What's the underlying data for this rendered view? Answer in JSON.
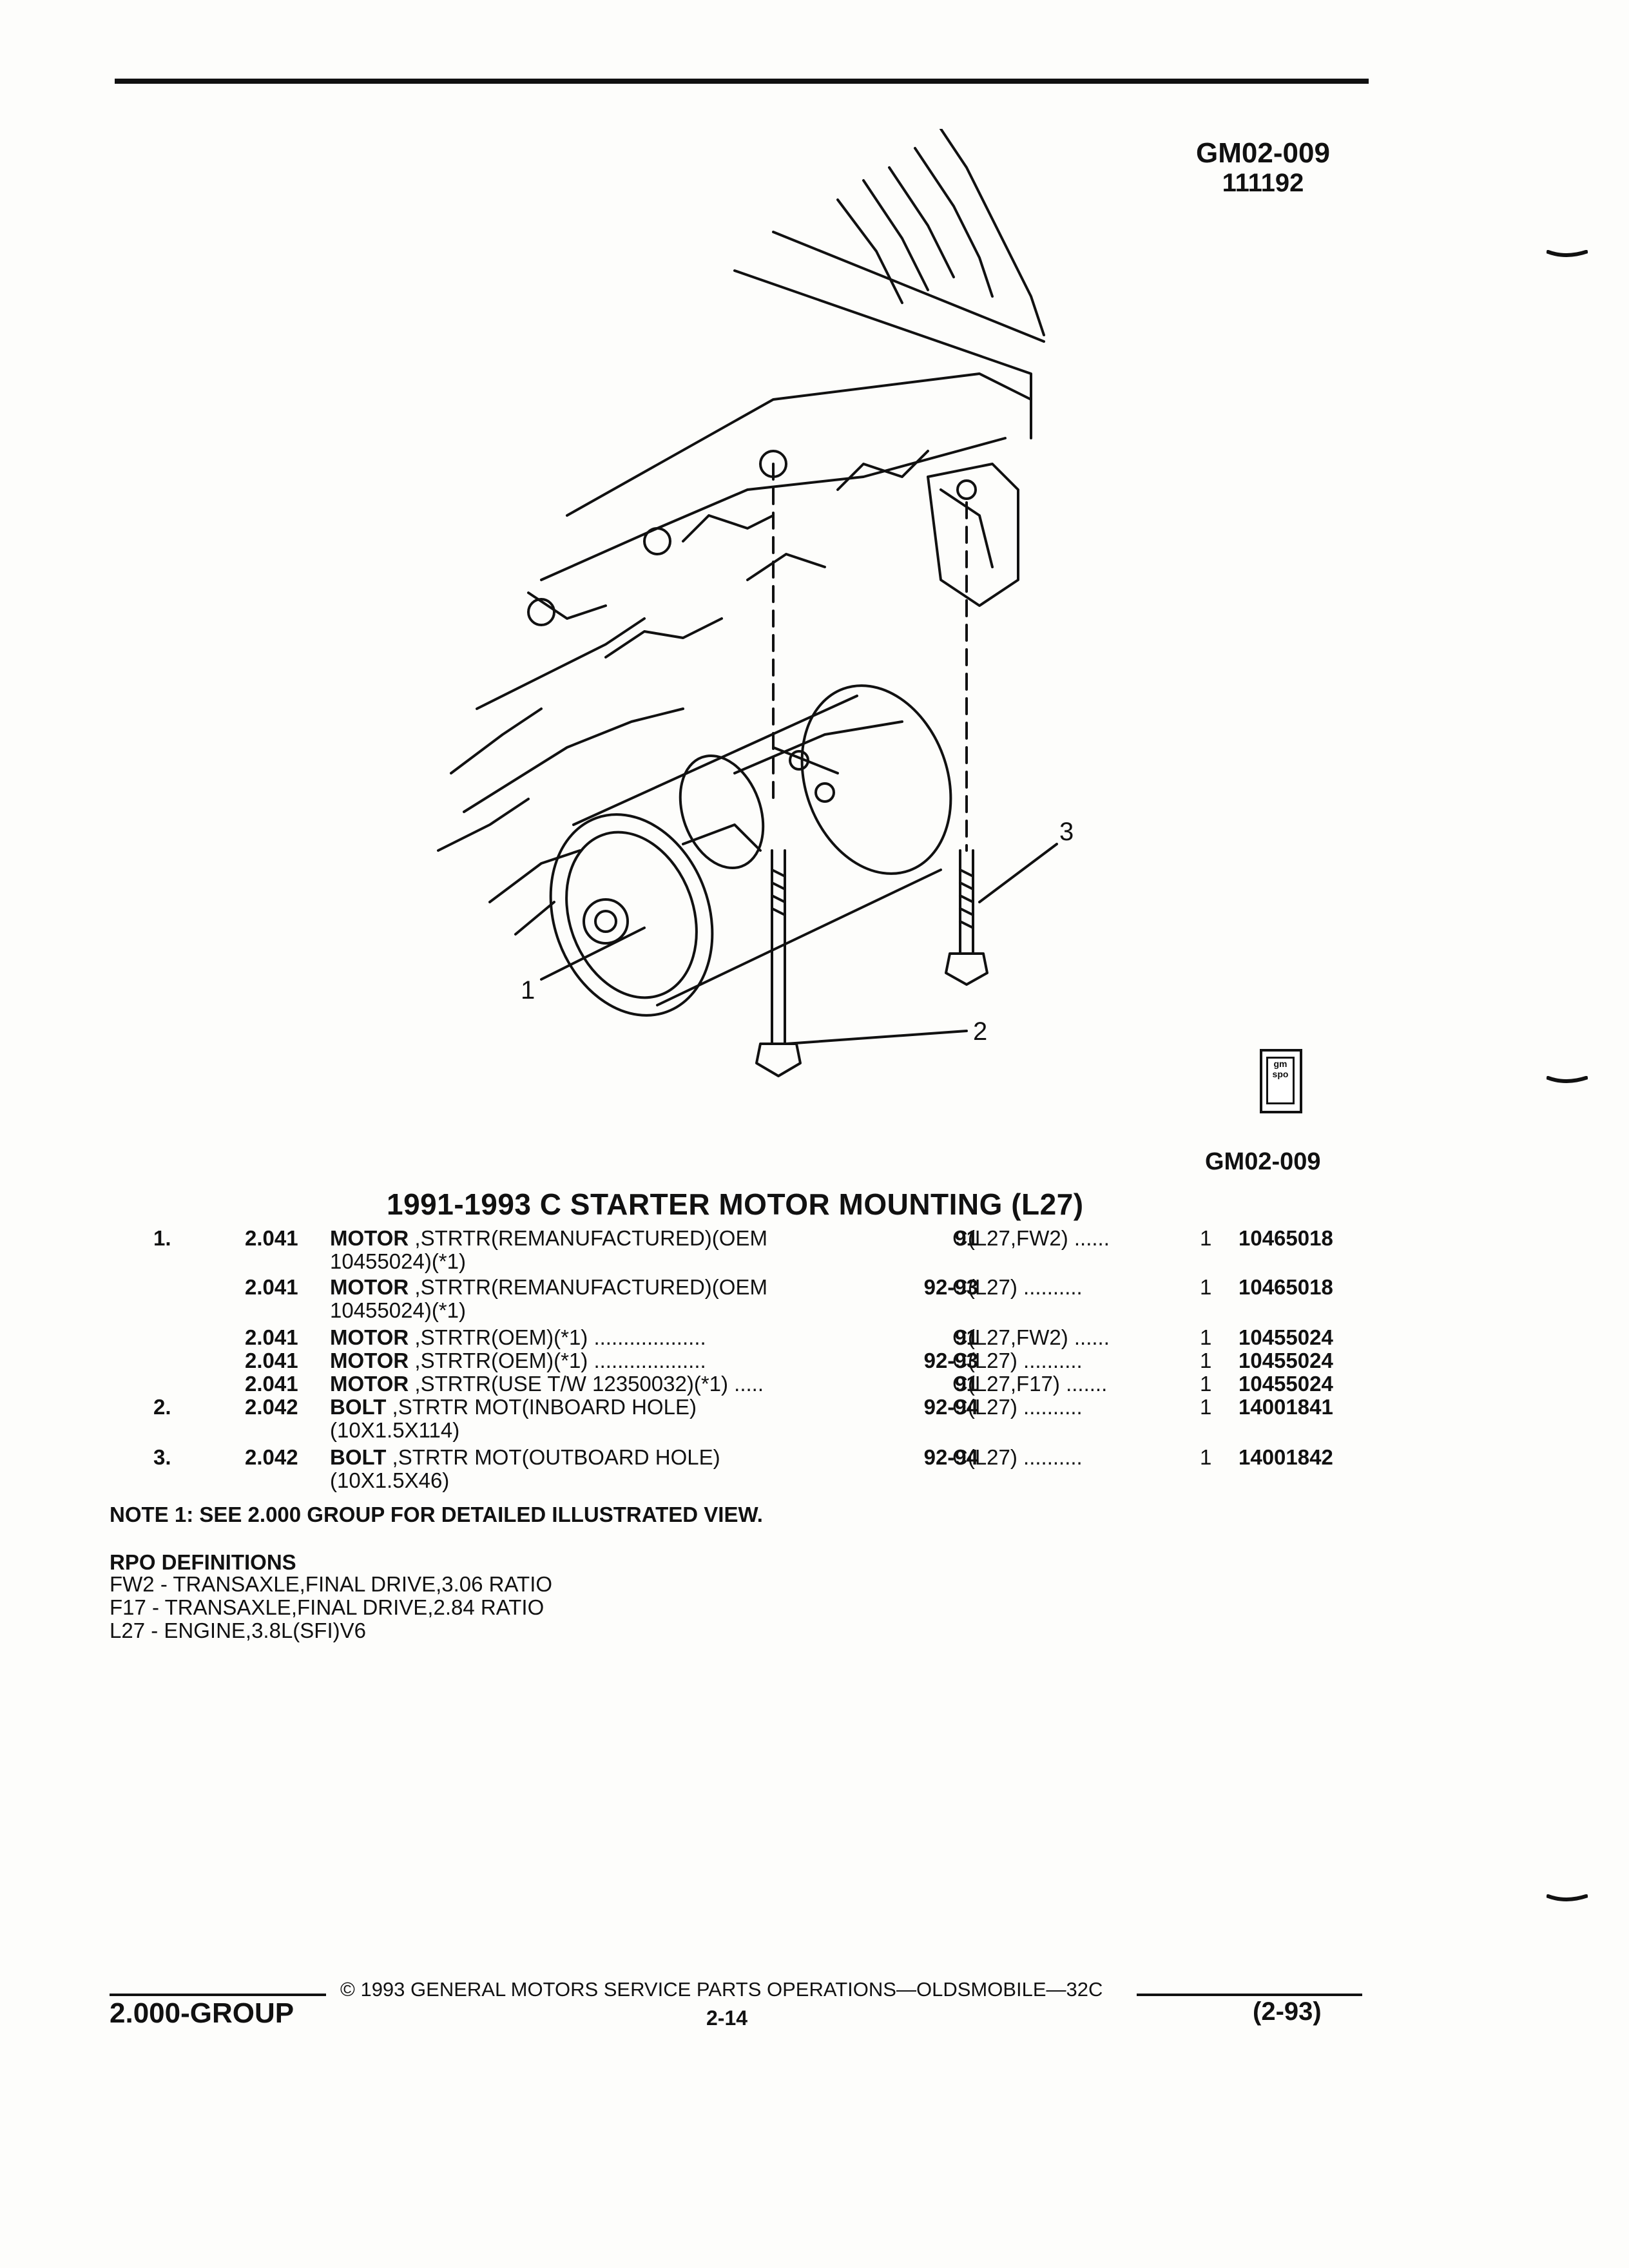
{
  "header": {
    "ref_code": "GM02-009",
    "ref_sub": "111192"
  },
  "figure": {
    "callouts": [
      "1",
      "2",
      "3"
    ],
    "figure_id": "GM02-009",
    "badge_text": "gm spo",
    "badge_icon": "gmspo-logo-icon"
  },
  "section": {
    "title": "1991-1993 C STARTER MOTOR MOUNTING (L27)"
  },
  "parts": [
    {
      "idx": "1.",
      "group": "2.041",
      "desc_bold": "MOTOR",
      "desc": " ,STRTR(REMANUFACTURED)(OEM",
      "desc2": "10455024)(*1)",
      "year": "91",
      "app": "C(L27,FW2)",
      "dots": " ......",
      "qty": "1",
      "part": "10465018"
    },
    {
      "idx": "",
      "group": "2.041",
      "desc_bold": "MOTOR",
      "desc": " ,STRTR(REMANUFACTURED)(OEM",
      "desc2": "10455024)(*1)",
      "year": "92-93",
      "app": "C(L27)",
      "dots": "  ..........",
      "qty": "1",
      "part": "10465018"
    },
    {
      "idx": "",
      "group": "2.041",
      "desc_bold": "MOTOR",
      "desc": " ,STRTR(OEM)(*1) ...................",
      "desc2": "",
      "year": "91",
      "app": "C(L27,FW2)",
      "dots": " ......",
      "qty": "1",
      "part": "10455024"
    },
    {
      "idx": "",
      "group": "2.041",
      "desc_bold": "MOTOR",
      "desc": " ,STRTR(OEM)(*1) ...................",
      "desc2": "",
      "year": "92-93",
      "app": "C(L27)",
      "dots": "  ..........",
      "qty": "1",
      "part": "10455024"
    },
    {
      "idx": "",
      "group": "2.041",
      "desc_bold": "MOTOR",
      "desc": " ,STRTR(USE T/W 12350032)(*1) .....",
      "desc2": "",
      "year": "91",
      "app": "C(L27,F17)",
      "dots": " .......",
      "qty": "1",
      "part": "10455024"
    },
    {
      "idx": "2.",
      "group": "2.042",
      "desc_bold": "BOLT",
      "desc": " ,STRTR MOT(INBOARD HOLE)",
      "desc2": "(10X1.5X114)",
      "year": "92-94",
      "app": "C(L27)",
      "dots": "  ..........",
      "qty": "1",
      "part": "14001841"
    },
    {
      "idx": "3.",
      "group": "2.042",
      "desc_bold": "BOLT",
      "desc": " ,STRTR MOT(OUTBOARD HOLE)",
      "desc2": "(10X1.5X46)",
      "year": "92-94",
      "app": "C(L27)",
      "dots": "  ..........",
      "qty": "1",
      "part": "14001842"
    }
  ],
  "note": "NOTE  1:  SEE 2.000 GROUP FOR DETAILED ILLUSTRATED VIEW.",
  "rpo": {
    "title": "RPO DEFINITIONS",
    "items": [
      "FW2 - TRANSAXLE,FINAL DRIVE,3.06 RATIO",
      "F17 - TRANSAXLE,FINAL DRIVE,2.84 RATIO",
      "L27 - ENGINE,3.8L(SFI)V6"
    ]
  },
  "footer": {
    "left": "2.000-GROUP",
    "copyright": "©  1993  GENERAL MOTORS SERVICE PARTS OPERATIONS—OLDSMOBILE—32C",
    "page": "2-14",
    "right": "(2-93)"
  }
}
